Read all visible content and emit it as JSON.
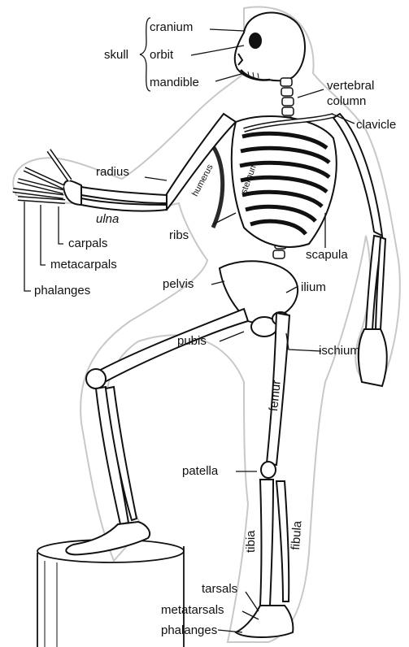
{
  "labels": {
    "skull": "skull",
    "cranium": "cranium",
    "orbit": "orbit",
    "mandible": "mandible",
    "vertebral_column": [
      "vertebral",
      "column"
    ],
    "clavicle": "clavicle",
    "radius": "radius",
    "ulna": "ulna",
    "carpals": "carpals",
    "metacarpals": "metacarpals",
    "phalanges_hand": "phalanges",
    "ribs": "ribs",
    "scapula": "scapula",
    "pelvis": "pelvis",
    "ilium": "ilium",
    "pubis": "pubis",
    "ischium": "ischium",
    "femur": "femur",
    "patella": "patella",
    "tibia": "tibia",
    "fibula": "fibula",
    "tarsals": "tarsals",
    "metatarsals": "metatarsals",
    "phalanges_foot": "phalanges",
    "humerus": "humerus",
    "sternum": "sternum"
  },
  "colors": {
    "ink": "#111111",
    "bone": "#ffffff",
    "outline": "#c8c8c8",
    "shade": "#2a2a2a"
  }
}
